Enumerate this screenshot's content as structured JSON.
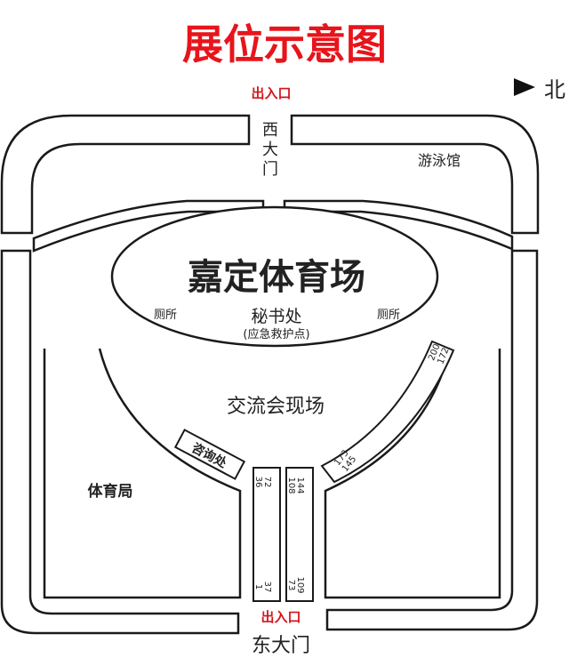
{
  "title": "展位示意图",
  "north_label": "北",
  "top_entrance": "出入口",
  "west_gate": "西大门",
  "west_gate_chars": [
    "西",
    "大",
    "门"
  ],
  "swimming_pool": "游泳馆",
  "stadium": {
    "name": "嘉定体育场",
    "secretariat": "秘书处",
    "first_aid": "(应急救护点)",
    "toilet_left": "厕所",
    "toilet_right": "厕所"
  },
  "exchange_area": "交流会现场",
  "consultation": "咨询处",
  "sports_bureau": "体育局",
  "booth_strips": {
    "left_column": {
      "top": [
        "72",
        "36"
      ],
      "bottom": [
        "37",
        "1"
      ]
    },
    "right_column": {
      "top": [
        "144",
        "108"
      ],
      "bottom": [
        "109",
        "73"
      ]
    },
    "diagonal_upper": [
      "200",
      "172"
    ],
    "diagonal_lower": [
      "173",
      "145"
    ]
  },
  "bottom_entrance": "出入口",
  "east_gate": "东大门",
  "colors": {
    "title": "#e8141b",
    "entrance": "#d4151c",
    "line": "#1a1a1a"
  }
}
